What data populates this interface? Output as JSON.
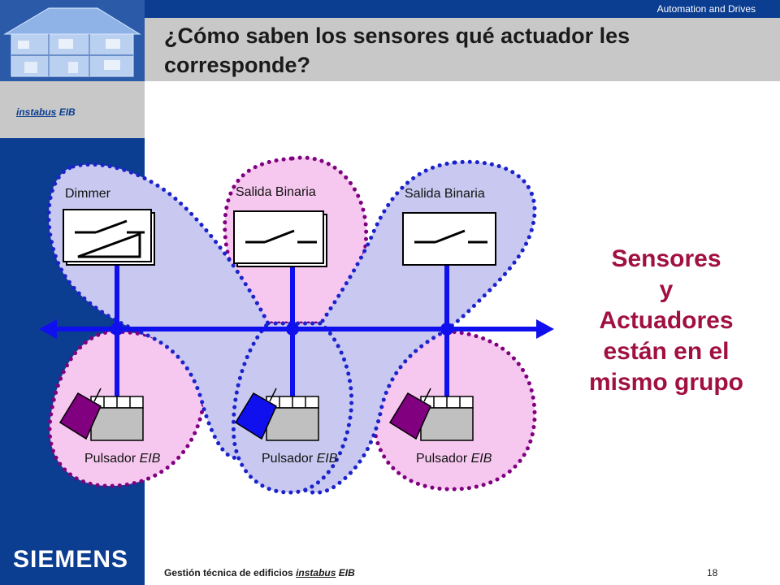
{
  "header": {
    "company_line": "Automation and Drives",
    "title": "¿Cómo saben los sensores qué actuador les corresponde?"
  },
  "sidebar": {
    "product_part1": "instabus",
    "product_part2": "EIB",
    "brand": "SIEMENS"
  },
  "diagram": {
    "actuators": [
      {
        "label": "Dimmer"
      },
      {
        "label": "Salida Binaria"
      },
      {
        "label": "Salida Binaria"
      }
    ],
    "sensors": [
      {
        "label": "Pulsador",
        "suffix": "EIB"
      },
      {
        "label": "Pulsador",
        "suffix": "EIB"
      },
      {
        "label": "Pulsador",
        "suffix": "EIB"
      }
    ],
    "message_lines": [
      "Sensores",
      "y",
      "Actuadores",
      "están en el",
      "mismo grupo"
    ],
    "colors": {
      "bus": "#1010ee",
      "blue_zone_fill": "#c8c8f0",
      "blue_zone_dots": "#1a22cc",
      "pink_zone_fill": "#f6c8ef",
      "purple_dots": "#800080",
      "message": "#a01040",
      "brand_blue": "#0b3d91"
    }
  },
  "footer": {
    "text_prefix": "Gestión técnica de edificios",
    "text_underline": "instabus",
    "text_suffix": "EIB",
    "page_number": "18"
  }
}
